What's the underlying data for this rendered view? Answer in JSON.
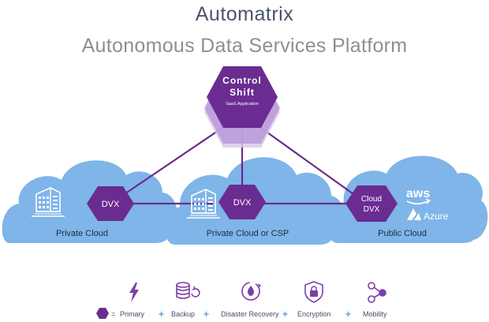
{
  "header": {
    "title": "Automatrix",
    "subtitle": "Autonomous Data Services Platform"
  },
  "hub": {
    "line1": "Control",
    "line2": "Shift",
    "caption": "SaaS Application"
  },
  "clouds": [
    {
      "name": "Private Cloud",
      "node": "DVX"
    },
    {
      "name": "Private Cloud or CSP",
      "node": "DVX"
    },
    {
      "name": "Public Cloud",
      "node_line1": "Cloud",
      "node_line2": "DVX"
    }
  ],
  "providers": {
    "aws": "aws",
    "azure": "Azure"
  },
  "legend": {
    "equals": "=",
    "plus": "+",
    "items": [
      "Primary",
      "Backup",
      "Disaster Recovery",
      "Encryption",
      "Mobility"
    ]
  },
  "colors": {
    "purple": "#6a2c91",
    "purple_light": "#a37cc7",
    "cloud": "#7fb5e8",
    "cloud_dark": "#5e9fdd",
    "text": "#4a5568"
  }
}
